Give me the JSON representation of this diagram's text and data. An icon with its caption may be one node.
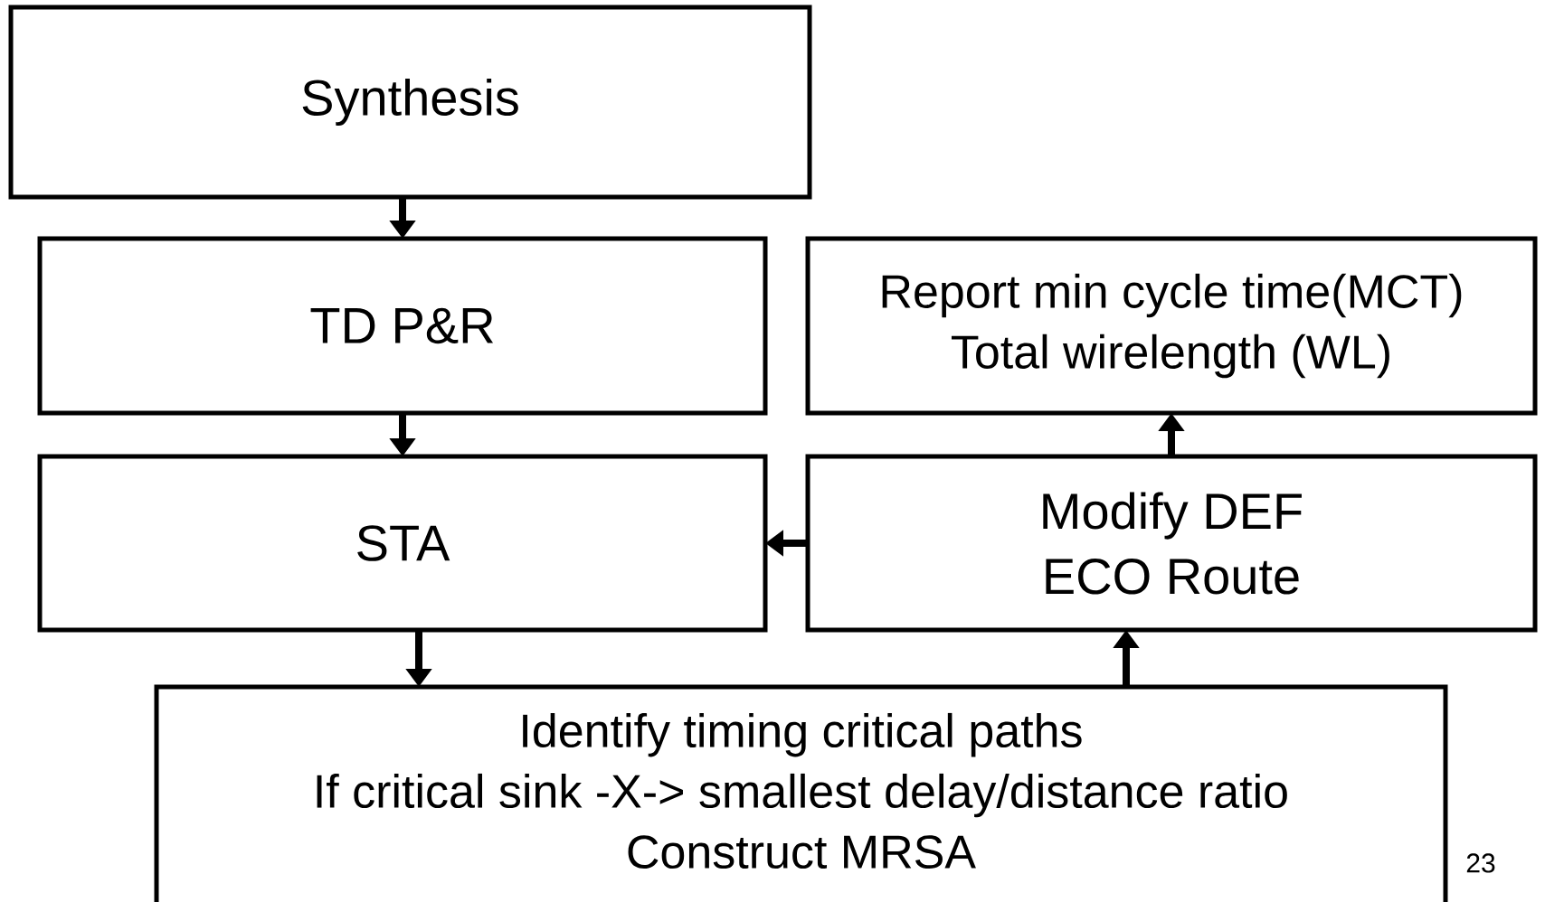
{
  "diagram": {
    "nodes": [
      {
        "text": [
          "Synthesis"
        ]
      },
      {
        "text": [
          "TD P&R"
        ]
      },
      {
        "text": [
          "Report min cycle time(MCT)",
          "Total wirelength (WL)"
        ]
      },
      {
        "text": [
          "STA"
        ]
      },
      {
        "text": [
          "Modify DEF",
          "ECO Route"
        ]
      },
      {
        "text": [
          "Identify timing critical paths",
          "If critical sink -X-> smallest delay/distance ratio",
          "Construct MRSA"
        ]
      }
    ],
    "edges": [
      {
        "from": 0,
        "to": 1,
        "arrow": "to"
      },
      {
        "from": 1,
        "to": 3,
        "arrow": "to"
      },
      {
        "from": 3,
        "to": 5,
        "arrow": "to"
      },
      {
        "from": 5,
        "to": 4,
        "arrow": "to"
      },
      {
        "from": 4,
        "to": 2,
        "arrow": "to"
      },
      {
        "from": 4,
        "to": 3,
        "arrow": "to"
      }
    ],
    "labels": [
      "23"
    ]
  }
}
